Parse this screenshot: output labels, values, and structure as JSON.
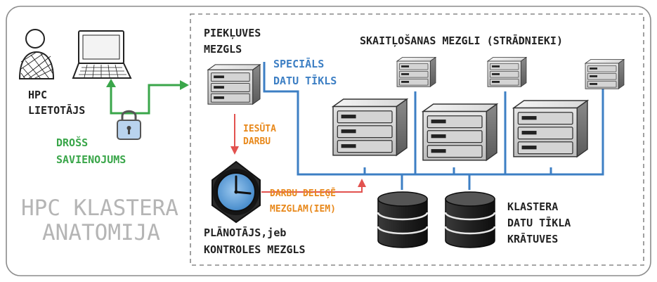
{
  "title": [
    "HPC KLASTERA",
    "ANATOMIJA"
  ],
  "user": {
    "label": [
      "HPC",
      "LIETOTĀJS"
    ],
    "connection_label": [
      "DROŠS",
      "SAVIENOJUMS"
    ]
  },
  "login_node": {
    "label": [
      "PIEKĻUVES",
      "MEZGLS"
    ]
  },
  "network": {
    "label": [
      "SPECIĀLS",
      "DATU TĪKLS"
    ]
  },
  "compute_nodes": {
    "label": "SKAITĻOŠANAS MEZGLI (STRĀDNIEKI)"
  },
  "submit_arrow": {
    "label": [
      "IESŪTA",
      "DARBU"
    ]
  },
  "delegate_arrow": {
    "label": [
      "DARBU DELEĢĒ",
      "MEZGLAM(IEM)"
    ]
  },
  "scheduler": {
    "label": [
      "PLĀNOTĀJS,jeb",
      "KONTROLES MEZGLS"
    ]
  },
  "storage": {
    "label": [
      "KLASTERA",
      "DATU TĪKLA",
      "KRĀTUVES"
    ]
  },
  "colors": {
    "secure_green": "#3aa64a",
    "network_blue": "#3d7fc4",
    "submit_red": "#e2524f",
    "orange_text": "#e8891c",
    "title_gray": "#b5b5b5",
    "dark_text": "#222222"
  }
}
